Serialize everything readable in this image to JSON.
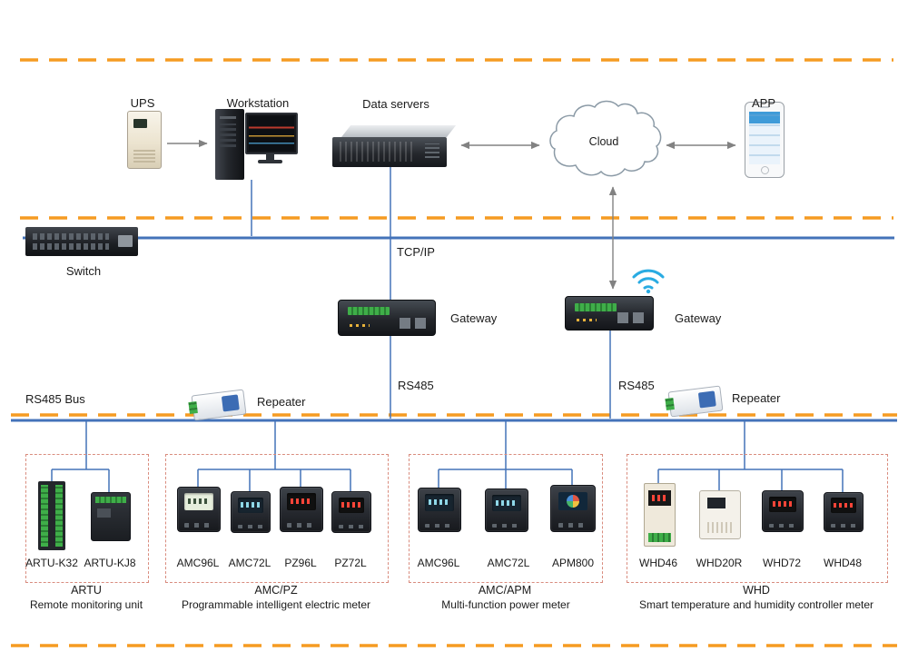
{
  "colors": {
    "dashed_boundary_line": "#F59B22",
    "bus_line": "#4473B9",
    "connector_line": "#4473B9",
    "arrow": "#828282",
    "group_box_border": "#D98C7E",
    "wifi": "#29ABE2",
    "terminal_green": "#3FAE49",
    "led_red": "#FF4538"
  },
  "top_row": {
    "ups_label": "UPS",
    "workstation_label": "Workstation",
    "data_servers_label": "Data servers",
    "cloud_label": "Cloud",
    "app_label": "APP"
  },
  "network": {
    "switch_label": "Switch",
    "tcp_ip_label": "TCP/IP",
    "gateway_left_label": "Gateway",
    "gateway_right_label": "Gateway",
    "rs485_bus_label": "RS485 Bus",
    "rs485_left_label": "RS485",
    "rs485_right_label": "RS485",
    "repeater_left_label": "Repeater",
    "repeater_right_label": "Repeater"
  },
  "groups": [
    {
      "title": "ARTU",
      "subtitle": "Remote monitoring unit",
      "devices": [
        "ARTU-K32",
        "ARTU-KJ8"
      ]
    },
    {
      "title": "AMC/PZ",
      "subtitle": "Programmable intelligent electric meter",
      "devices": [
        "AMC96L",
        "AMC72L",
        "PZ96L",
        "PZ72L"
      ]
    },
    {
      "title": "AMC/APM",
      "subtitle": "Multi-function power meter",
      "devices": [
        "AMC96L",
        "AMC72L",
        "APM800"
      ]
    },
    {
      "title": "WHD",
      "subtitle": "Smart temperature and humidity controller meter",
      "devices": [
        "WHD46",
        "WHD20R",
        "WHD72",
        "WHD48"
      ]
    }
  ]
}
